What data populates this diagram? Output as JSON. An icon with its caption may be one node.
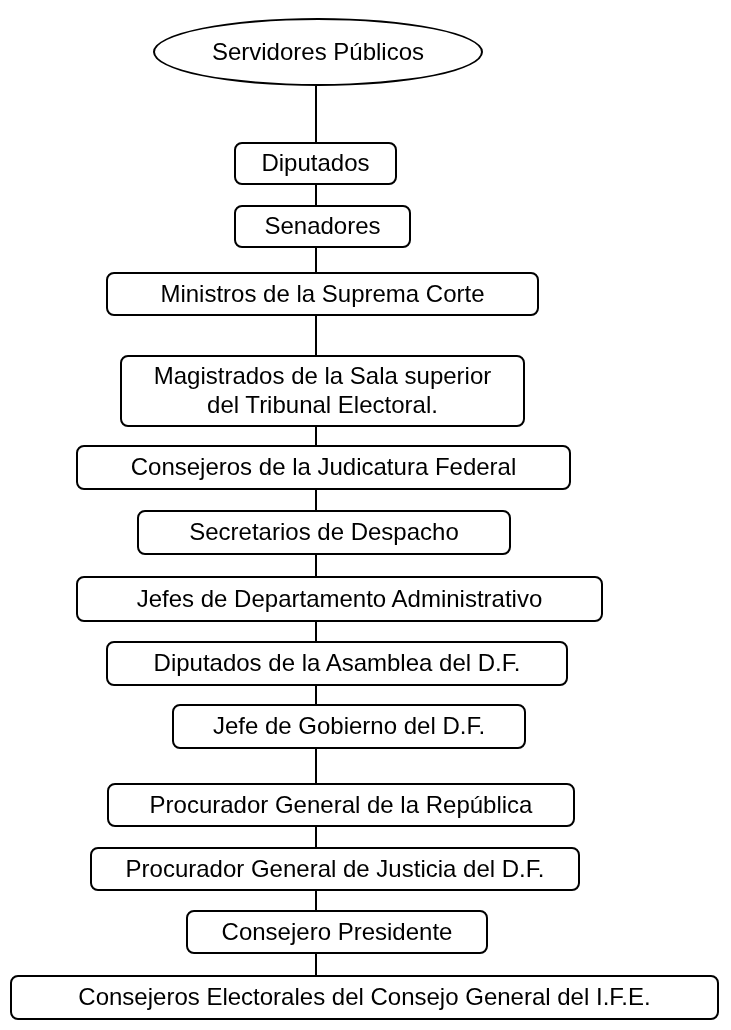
{
  "diagram": {
    "nodes": [
      {
        "text": [
          "Servidores Públicos"
        ]
      },
      {
        "text": [
          "Diputados"
        ]
      },
      {
        "text": [
          "Senadores"
        ]
      },
      {
        "text": [
          "Ministros de la Suprema Corte"
        ]
      },
      {
        "text": [
          "Magistrados de la Sala superior del Tribunal Electoral."
        ]
      },
      {
        "text": [
          "Consejeros de la Judicatura Federal"
        ]
      },
      {
        "text": [
          "Secretarios de Despacho"
        ]
      },
      {
        "text": [
          "Jefes de Departamento Administrativo"
        ]
      },
      {
        "text": [
          "Diputados de la Asamblea del D.F."
        ]
      },
      {
        "text": [
          "Jefe de Gobierno del D.F."
        ]
      },
      {
        "text": [
          "Procurador General de la República"
        ]
      },
      {
        "text": [
          "Procurador General de Justicia del D.F."
        ]
      },
      {
        "text": [
          "Consejero Presidente"
        ]
      },
      {
        "text": [
          "Consejeros Electorales del Consejo General del I.F.E."
        ]
      }
    ],
    "edges": [
      {
        "from": 0,
        "to": 1,
        "arrow": "none"
      },
      {
        "from": 1,
        "to": 2,
        "arrow": "none"
      },
      {
        "from": 2,
        "to": 3,
        "arrow": "none"
      },
      {
        "from": 3,
        "to": 4,
        "arrow": "none"
      },
      {
        "from": 4,
        "to": 5,
        "arrow": "none"
      },
      {
        "from": 5,
        "to": 6,
        "arrow": "none"
      },
      {
        "from": 6,
        "to": 7,
        "arrow": "none"
      },
      {
        "from": 7,
        "to": 8,
        "arrow": "none"
      },
      {
        "from": 8,
        "to": 9,
        "arrow": "none"
      },
      {
        "from": 9,
        "to": 10,
        "arrow": "none"
      },
      {
        "from": 10,
        "to": 11,
        "arrow": "none"
      },
      {
        "from": 11,
        "to": 12,
        "arrow": "none"
      },
      {
        "from": 12,
        "to": 13,
        "arrow": "none"
      }
    ]
  }
}
